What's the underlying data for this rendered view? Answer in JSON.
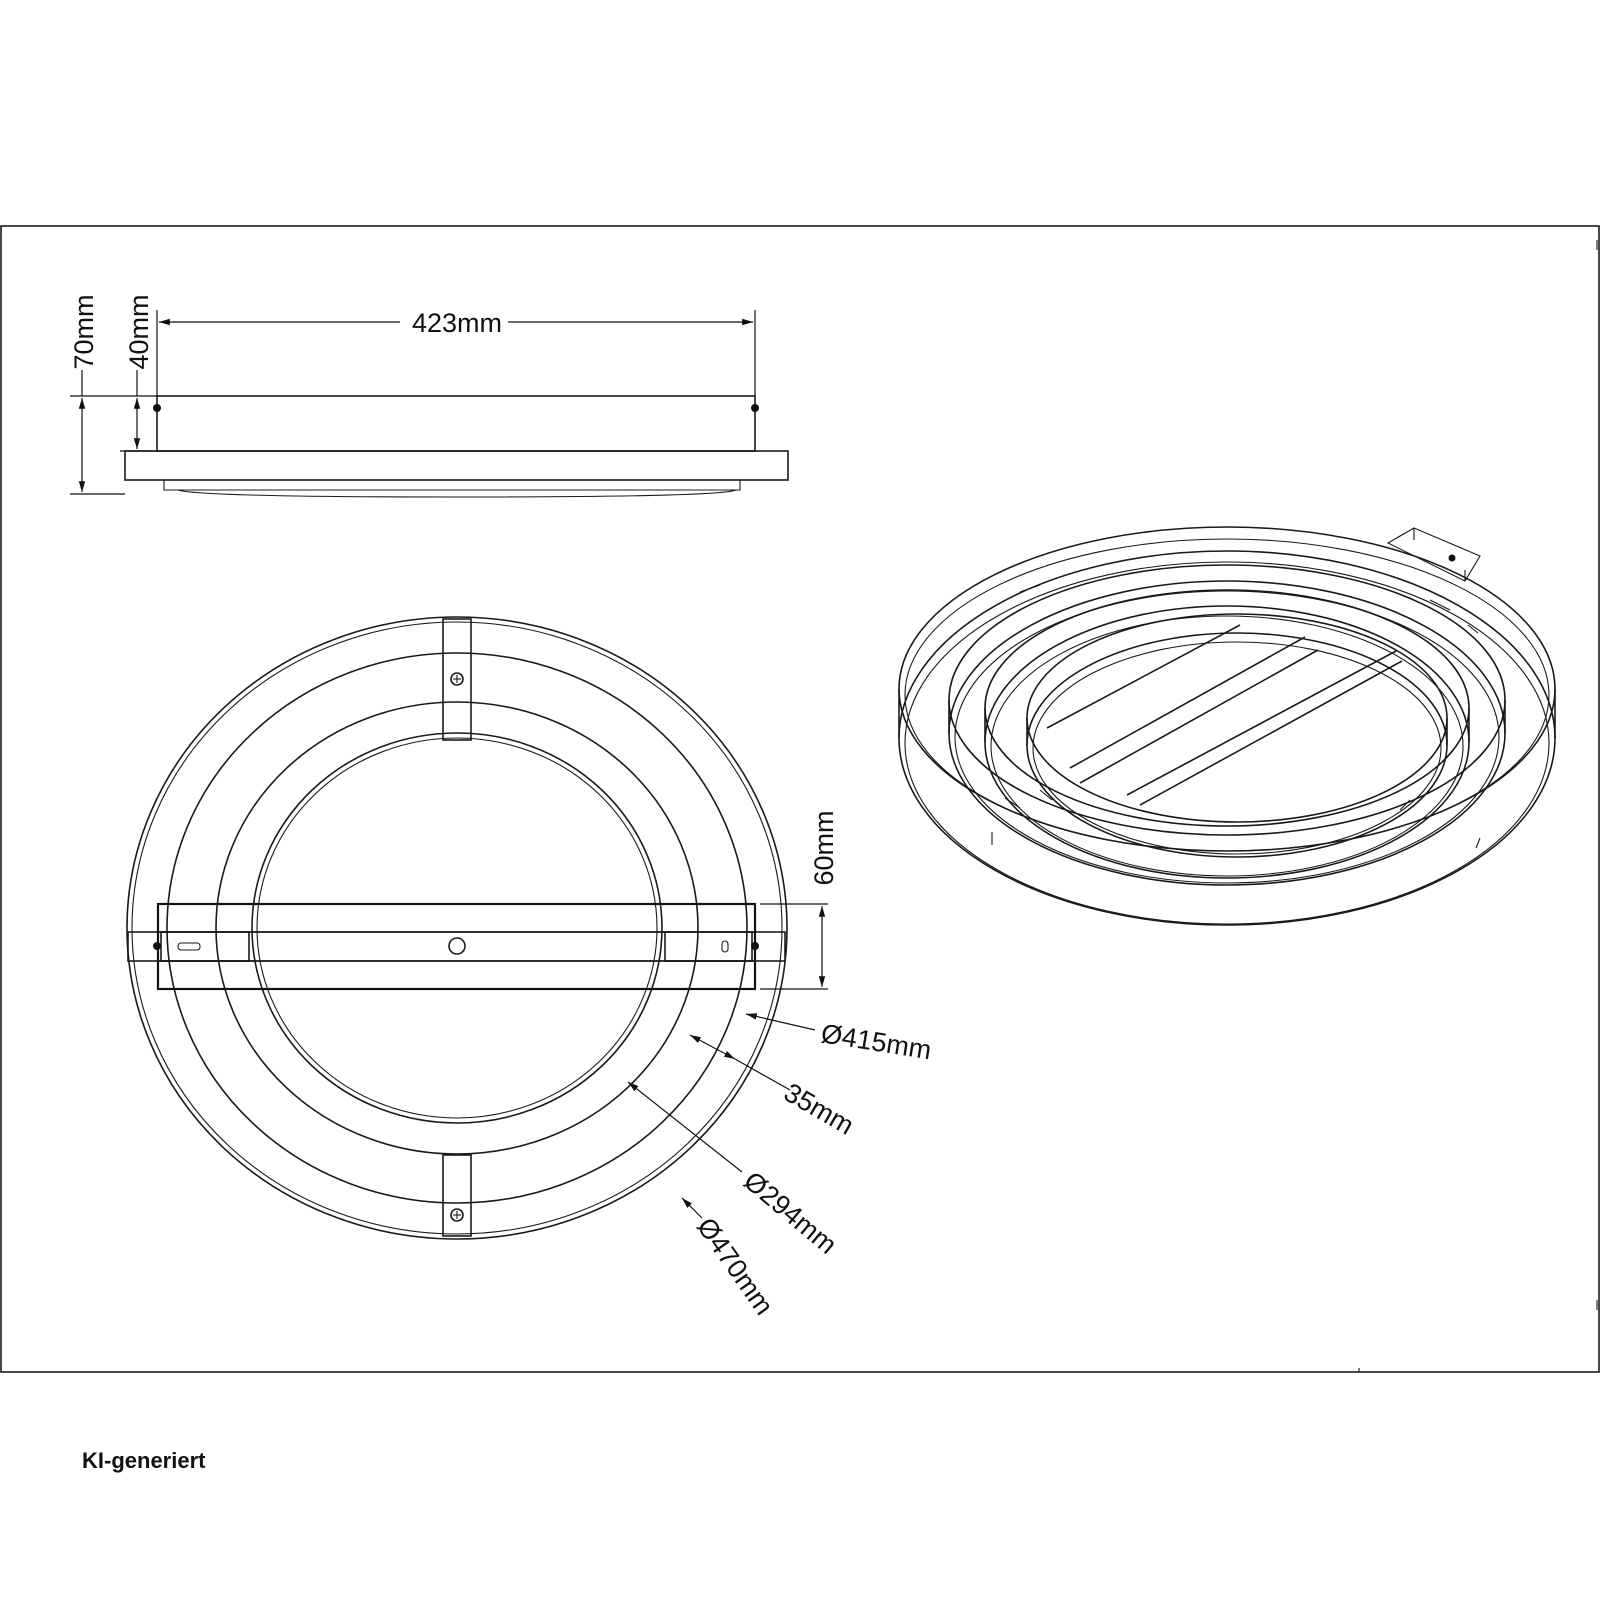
{
  "dimensions": {
    "width": "423mm",
    "height_total": "70mm",
    "height_body": "40mm",
    "bracket_width": "60mm",
    "diameter_415": "Ø415mm",
    "ring_width": "35mm",
    "diameter_294": "Ø294mm",
    "diameter_470": "Ø470mm"
  },
  "watermark": "KI-generiert"
}
